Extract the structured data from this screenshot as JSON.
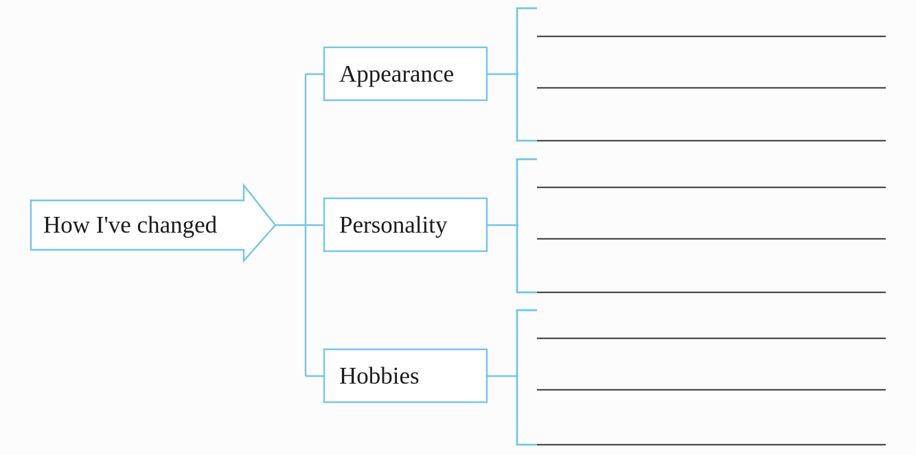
{
  "diagram": {
    "type": "mind-map-worksheet",
    "root": {
      "label": "How I've changed",
      "shape": "right-arrow"
    },
    "branches": [
      {
        "label": "Appearance",
        "shape": "rectangle",
        "bracket": "square-bracket",
        "answer_lines": 3,
        "answer_values": [
          "",
          "",
          ""
        ]
      },
      {
        "label": "Personality",
        "shape": "rectangle",
        "bracket": "square-bracket",
        "answer_lines": 3,
        "answer_values": [
          "",
          "",
          ""
        ]
      },
      {
        "label": "Hobbies",
        "shape": "rectangle",
        "bracket": "square-bracket",
        "answer_lines": 3,
        "answer_values": [
          "",
          "",
          ""
        ]
      }
    ],
    "colors": {
      "connector": "#72c6e8",
      "node_border": "#72c6e8",
      "node_fill": "#ffffff",
      "text": "#1c1c1c",
      "answer_line": "#4a4a4a",
      "background": "#fcfcfc"
    }
  }
}
